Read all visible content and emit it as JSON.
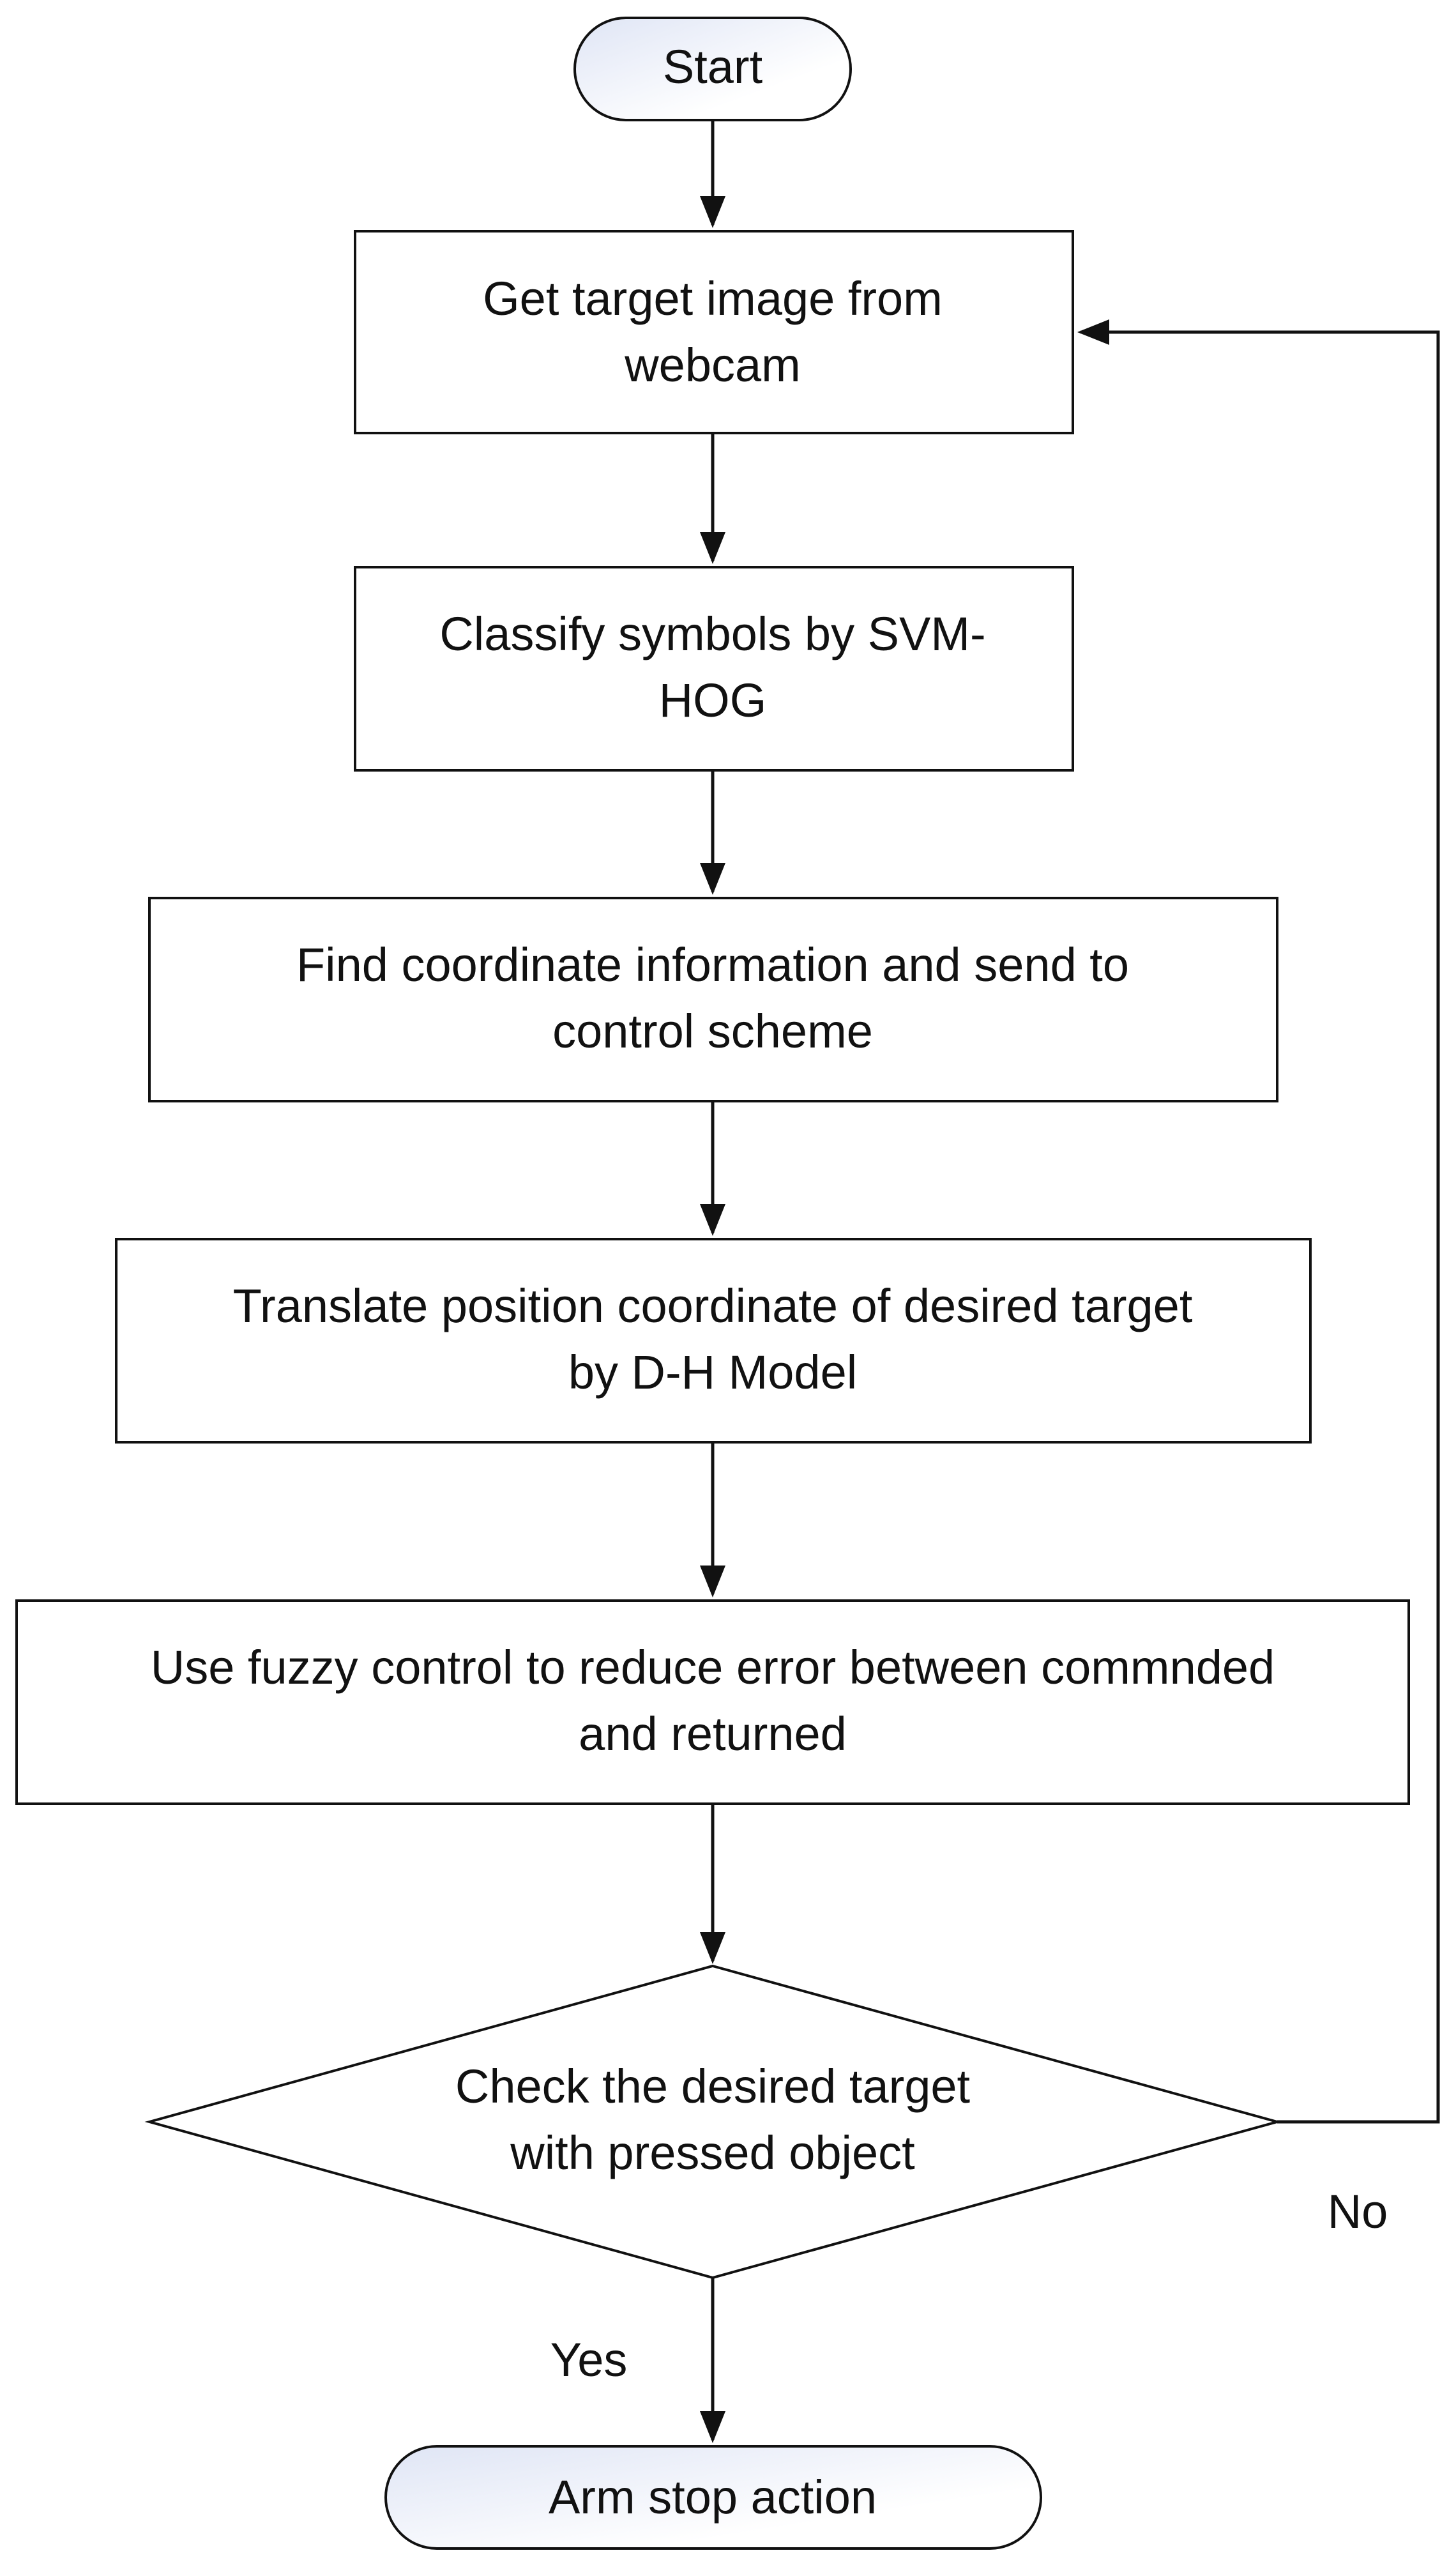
{
  "nodes": {
    "start": "Start",
    "get_image": [
      "Get target image from",
      "webcam"
    ],
    "classify": [
      "Classify symbols by SVM-",
      "HOG"
    ],
    "find_coord": [
      "Find coordinate information and send to",
      "control scheme"
    ],
    "translate": [
      "Translate position coordinate of desired target",
      "by D-H Model"
    ],
    "fuzzy": [
      "Use fuzzy control to reduce error between commnded",
      "and returned"
    ],
    "check": [
      "Check the desired target",
      "with pressed object"
    ],
    "stop": "Arm stop action"
  },
  "edge_labels": {
    "no": "No",
    "yes": "Yes"
  },
  "colors": {
    "line": "#111111",
    "terminal_fill_light": "#ffffff",
    "terminal_fill_dark": "#dfe5f5"
  }
}
